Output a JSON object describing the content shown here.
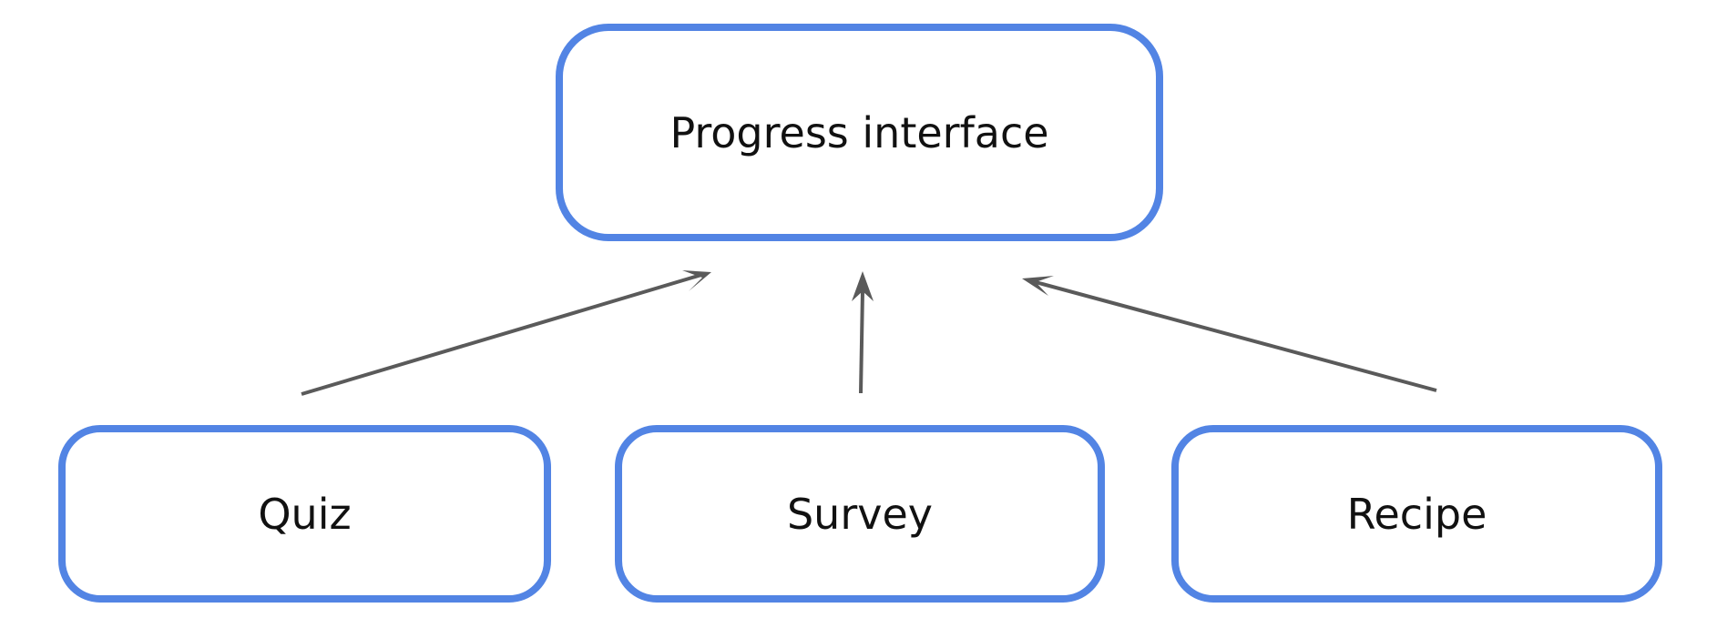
{
  "diagram": {
    "nodes": [
      {
        "id": "progress-interface",
        "label": "Progress interface"
      },
      {
        "id": "quiz",
        "label": "Quiz"
      },
      {
        "id": "survey",
        "label": "Survey"
      },
      {
        "id": "recipe",
        "label": "Recipe"
      }
    ],
    "edges": [
      {
        "from": "quiz",
        "to": "progress-interface"
      },
      {
        "from": "survey",
        "to": "progress-interface"
      },
      {
        "from": "recipe",
        "to": "progress-interface"
      }
    ]
  },
  "colors": {
    "node_border": "#5284e4",
    "arrow": "#5a5a5a",
    "text": "#111111",
    "background": "#ffffff"
  }
}
